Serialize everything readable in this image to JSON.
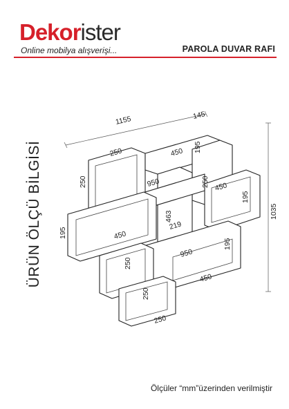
{
  "brand": {
    "logo_part1": "Dekor",
    "logo_part2": "ister",
    "tagline": "Online mobilya alışverişi...",
    "accent_color": "#d6202a"
  },
  "product": {
    "name": "PAROLA DUVAR RAFI"
  },
  "side_title": "ÜRÜN ÖLÇÜ BİLGİSİ",
  "footer_note": "Ölçüler “mm”üzerinden verilmiştir",
  "dimensions": {
    "overall_width": "1155",
    "top_right_depth": "145",
    "top_box_width": "250",
    "top_box_height": "250",
    "top_shelf_length": "450",
    "top_mid_height": "195",
    "middle_shelf_length": "950",
    "right_upper_height": "250",
    "right_upper_length": "450",
    "right_box_height": "195",
    "overall_height": "1035",
    "center_tall_height": "463",
    "center_gap": "219",
    "left_box_height": "195",
    "left_shelf_length": "450",
    "lower_middle_length": "950",
    "right_lower_height": "195",
    "left_lower_height": "250",
    "bottom_shelf_length": "450",
    "bottom_box_height": "250",
    "bottom_box_width": "250"
  }
}
